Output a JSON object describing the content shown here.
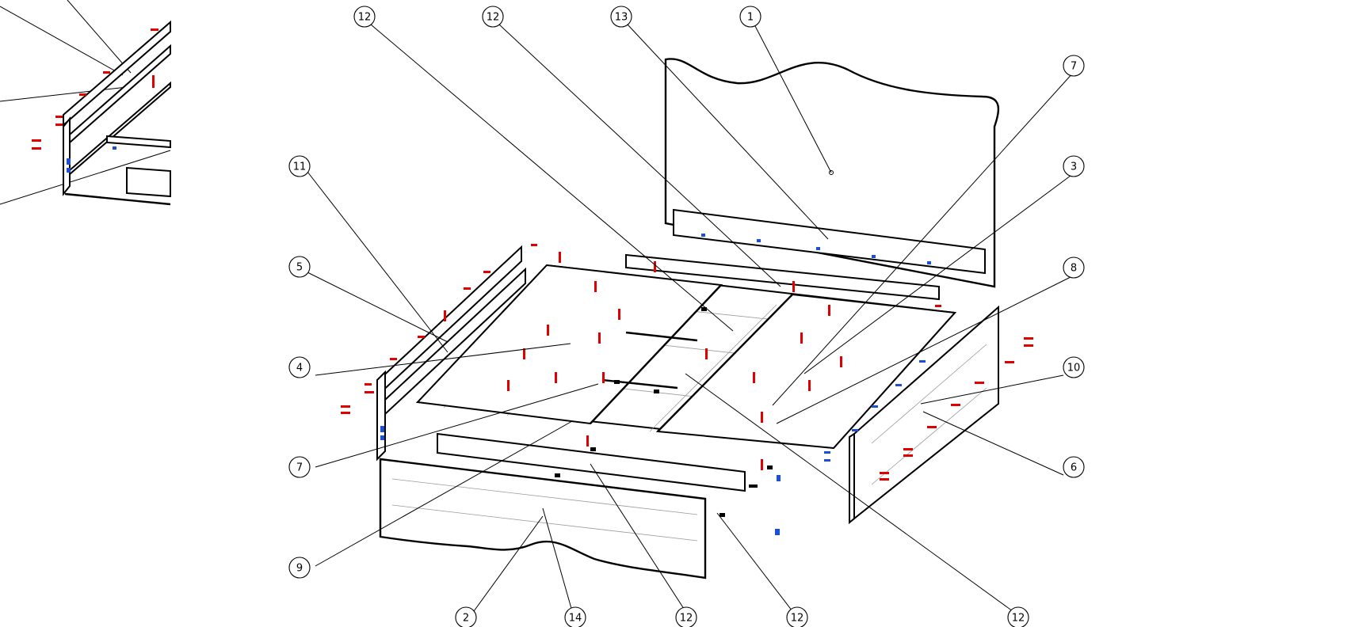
{
  "callouts": [
    {
      "text": "12"
    },
    {
      "text": "12"
    },
    {
      "text": "13"
    },
    {
      "text": "1"
    },
    {
      "text": "7"
    },
    {
      "text": "3"
    },
    {
      "text": "11"
    },
    {
      "text": "5"
    },
    {
      "text": "8"
    },
    {
      "text": "4"
    },
    {
      "text": "10"
    },
    {
      "text": "7"
    },
    {
      "text": "6"
    },
    {
      "text": "9"
    },
    {
      "text": "2"
    },
    {
      "text": "14"
    },
    {
      "text": "12"
    },
    {
      "text": "12"
    },
    {
      "text": "12"
    }
  ],
  "colors": {
    "outline": "#000000",
    "hardware_red": "#e00000",
    "hardware_blue": "#1a4fd6",
    "hidden_lines": "#9a9a9a",
    "background": "#ffffff"
  }
}
